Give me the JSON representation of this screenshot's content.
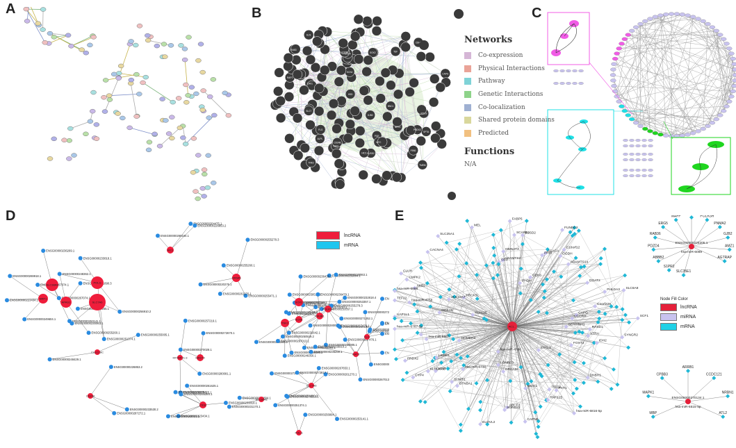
{
  "panels": {
    "a": "A",
    "b": "B",
    "c": "C",
    "d": "D",
    "e": "E"
  },
  "b_legend": {
    "networks_title": "Networks",
    "items": [
      {
        "label": "Co-expression",
        "color": "#d5b6d6"
      },
      {
        "label": "Physical Interactions",
        "color": "#eaa398"
      },
      {
        "label": "Pathway",
        "color": "#7fd3d7"
      },
      {
        "label": "Genetic Interactions",
        "color": "#8ed38a"
      },
      {
        "label": "Co-localization",
        "color": "#9fb0d2"
      },
      {
        "label": "Shared protein domains",
        "color": "#d9d79c"
      },
      {
        "label": "Predicted",
        "color": "#f1c080"
      }
    ],
    "functions_title": "Functions",
    "functions_value": "N/A"
  },
  "d_legend": {
    "items": [
      {
        "label": "lncRNA",
        "color": "#ef1d3b"
      },
      {
        "label": "mRNA",
        "color": "#1fc6ef"
      }
    ]
  },
  "e_legend": {
    "title": "Node Fill Color",
    "items": [
      {
        "label": "lncRNA",
        "color": "#e5203a"
      },
      {
        "label": "miRNA",
        "color": "#c8c3ef"
      },
      {
        "label": "mRNA",
        "color": "#1fd1e6"
      }
    ]
  },
  "d_nodes": {
    "lnc": [
      "SLC7A6",
      "SLC38A8",
      "POLG",
      "APAS1",
      "NRP1",
      "OR6A5",
      "HIC1",
      "MAST4",
      "SOX2",
      "SOX8",
      "TNK2",
      "POLR3H",
      "PIK3R1",
      "FLG",
      "KRT5",
      "CLEC18C",
      "CD248",
      "KRTAP21-3",
      "CSS2"
    ],
    "mrna": [
      "ENSG00000233818.1",
      "ENSG00000250519.2",
      "ENSG00000253141.1",
      "ENSG00000280081.1",
      "ENSG00000251890.3",
      "ENSG00000236479.1",
      "ENSG00000246350.1",
      "ENSG00000255278.3",
      "ENSG00000272670.1",
      "ENSG00000267074.1",
      "ENSG00000236269.1",
      "ENSG00000232818.4",
      "ENSG00000287255.1",
      "ENSG00000261270.1",
      "ENSG00000255005.1",
      "ENSG00000253357.1",
      "ENSG00000256894.1",
      "ENSG00000256890.2",
      "ENSG00000257219.1",
      "ENSG00000270210.1",
      "ENSG00000267476.1",
      "ENSG00000255384.1",
      "ENSG00000267013.1",
      "ENSG00000204475.1",
      "ENSG00000272817.1",
      "ENSG00000267653.1",
      "ENSG00000249604.1",
      "ENSG00000256910.2",
      "ENSG00000226853.2",
      "ENSG00000230063.1",
      "ENSG00000223434.1",
      "ENSG00000255260.1",
      "ENSG00000182021.5",
      "ENSG00000269194.1",
      "ENSG00000251374.1",
      "ENSG00000270028.1",
      "ENSG00000287272.1",
      "ENSG00000232642.1",
      "ENSG00000253293.2",
      "ENSG00000272367.1",
      "ENSG00000255804.1",
      "ENSG00000255471.1",
      "ENSG00000271252.1",
      "ENSG00000233530.2",
      "ENSG00000220276.1",
      "ENSG00000270134.1",
      "ENSG00000265625.1",
      "ENSG00000248429.1",
      "ENSG00000257835.1",
      "ENSG00000261625.1",
      "ENSG00000231170.1",
      "ENSG00000269918.1",
      "ENSG00000248362.1"
    ]
  },
  "e_labels": {
    "center": "AC1...",
    "around": [
      "hsa-miR-4706",
      "KLHDC8B",
      "FOXT2",
      "SLC16A7",
      "LONRF3",
      "CLUH",
      "NMNAT3",
      "DNBH1",
      "SYNGR2",
      "ACACA",
      "FUNDC2",
      "SHMT1",
      "PRIB",
      "HOMER2",
      "SLC25A1",
      "CD3",
      "RASD1",
      "OGDH",
      "KLHL25",
      "hsa-miR-6807",
      "SLC6A8",
      "ELOVL2",
      "ADAMTS14",
      "CAPG",
      "C1orf228",
      "PXT1",
      "DGAT2",
      "TEF22",
      "hsa-miR-6730",
      "SUSD2",
      "IDH2",
      "UAP1L1",
      "hsa-miR-4758",
      "PRDX2",
      "AKB2",
      "CAPN5",
      "PHDH",
      "HOXA5",
      "C10orf12",
      "VTRA",
      "CYP4",
      "BTNBA1",
      "RNF125",
      "MCG1",
      "CDK6",
      "SORBS1",
      "PHLDA3",
      "hsa-miR-6816-5p",
      "ABCF3",
      "CMPK2",
      "LEMD1",
      "ITCD2",
      "EXTL3",
      "CACNA4",
      "SERPINH1",
      "PRCK5L",
      "ADAMTS2",
      "FABP5",
      "UCCRH",
      "SCARB1",
      "ACLY",
      "NRCAM",
      "MEL",
      "SCF1",
      "hsa-miR-6787-5p",
      "hsa-miR-6888"
    ],
    "network2": [
      "ORAI2",
      "POLR3H",
      "PNMA2",
      "GJB2",
      "AMZ1",
      "AGTRAP",
      "ENSG00000225205.1",
      "hsa-miR-6089",
      "SLC35E1",
      "S1PR2",
      "ABBB2",
      "PDZD4",
      "RAB36",
      "ERG5",
      "MAFF"
    ],
    "network3": [
      "ARRB1",
      "CCDC121",
      "NRBN1",
      "ATL2",
      "ENSG00000270134.1",
      "hsa-miR-6515-5p",
      "MBP",
      "MAPK1",
      "CPBB3"
    ]
  },
  "b_nodes": [
    "TMEM",
    "HSD",
    "CAPG",
    "VAV2",
    "BNC1",
    "KCNJ",
    "CDH1",
    "RAB3",
    "SUSD2",
    "ALPL",
    "NPR1",
    "PGF",
    "CAV1",
    "FBN1",
    "HIC1",
    "SPTA",
    "TNK2",
    "PRDX2",
    "RAP1",
    "SLC7",
    "CD248",
    "COL4",
    "GJB2",
    "EGFR",
    "MYC",
    "POLG",
    "TEF",
    "ELN",
    "SOX2",
    "FLG"
  ]
}
